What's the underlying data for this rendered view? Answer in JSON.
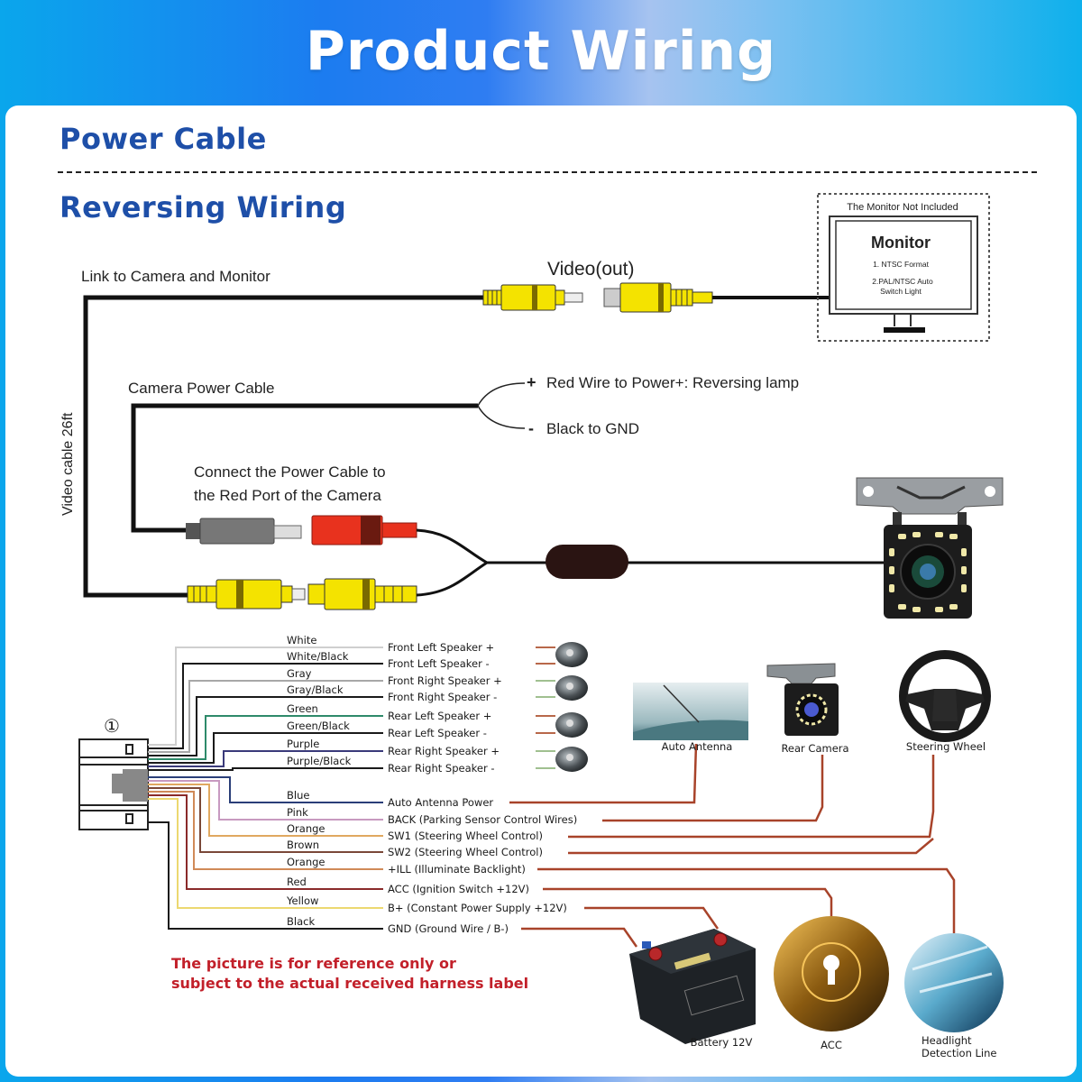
{
  "header": {
    "title": "Product Wiring"
  },
  "sections": {
    "power_cable": "Power Cable",
    "reversing_wiring": "Reversing Wiring"
  },
  "reversing": {
    "link_label": "Link to Camera and Monitor",
    "video_out_label": "Video(out)",
    "video_cable_label": "Video cable 26ft",
    "camera_power_label": "Camera Power Cable",
    "red_wire_sign": "+",
    "red_wire_label": "Red Wire to Power+: Reversing lamp",
    "black_wire_sign": "-",
    "black_wire_label": "Black to GND",
    "connect_line1": "Connect the Power Cable to",
    "connect_line2": "the Red Port of the Camera",
    "monitor": {
      "not_included": "The Monitor Not Included",
      "title": "Monitor",
      "feature1": "1. NTSC Format",
      "feature2_line1": "2.PAL/NTSC Auto",
      "feature2_line2": "Switch Light"
    }
  },
  "harness": {
    "connector_number": "①",
    "speaker_wires": [
      {
        "color_name": "White",
        "function": "Front Left Speaker +",
        "color": "#cfcfcf"
      },
      {
        "color_name": "White/Black",
        "function": "Front Left Speaker -",
        "color": "#1a1a1a"
      },
      {
        "color_name": "Gray",
        "function": "Front Right Speaker +",
        "color": "#a8a8a8"
      },
      {
        "color_name": "Gray/Black",
        "function": "Front Right Speaker -",
        "color": "#1a1a1a"
      },
      {
        "color_name": "Green",
        "function": "Rear Left Speaker +",
        "color": "#2e8a6a"
      },
      {
        "color_name": "Green/Black",
        "function": "Rear Left Speaker -",
        "color": "#1a1a1a"
      },
      {
        "color_name": "Purple",
        "function": "Rear Right Speaker +",
        "color": "#3a3a7a"
      },
      {
        "color_name": "Purple/Black",
        "function": "Rear Right Speaker -",
        "color": "#1a1a1a"
      }
    ],
    "other_wires": [
      {
        "color_name": "Blue",
        "function": "Auto  Antenna Power",
        "color": "#2a3e78"
      },
      {
        "color_name": "Pink",
        "function": "BACK (Parking Sensor Control Wires)",
        "color": "#c89ac0"
      },
      {
        "color_name": "Orange",
        "function": "SW1 (Steering Wheel Control)",
        "color": "#e0a860"
      },
      {
        "color_name": "Brown",
        "function": "SW2 (Steering Wheel Control)",
        "color": "#7a4838"
      },
      {
        "color_name": "Orange",
        "function": "+ILL (Illuminate Backlight)",
        "color": "#d08a58"
      },
      {
        "color_name": "Red",
        "function": "ACC (Ignition Switch +12V)",
        "color": "#8a2a2a"
      },
      {
        "color_name": "Yellow",
        "function": "B+ (Constant Power Supply +12V)",
        "color": "#ecd870"
      },
      {
        "color_name": "Black",
        "function": "GND (Ground Wire / B-)",
        "color": "#1a1a1a"
      }
    ],
    "devices": {
      "auto_antenna": "Auto Antenna",
      "rear_camera": "Rear Camera",
      "steering_wheel": "Steering Wheel",
      "battery": "Battery 12V",
      "acc": "ACC",
      "headlight_line1": "Headlight",
      "headlight_line2": "Detection Line"
    },
    "note_line1": "The picture is for reference only or",
    "note_line2": "subject to the actual received harness label"
  },
  "colors": {
    "heading": "#1e4fa8",
    "link_wire": "#a8432a",
    "note": "#c2202a",
    "rca_yellow": "#f4e300",
    "rca_red": "#e8321e"
  }
}
